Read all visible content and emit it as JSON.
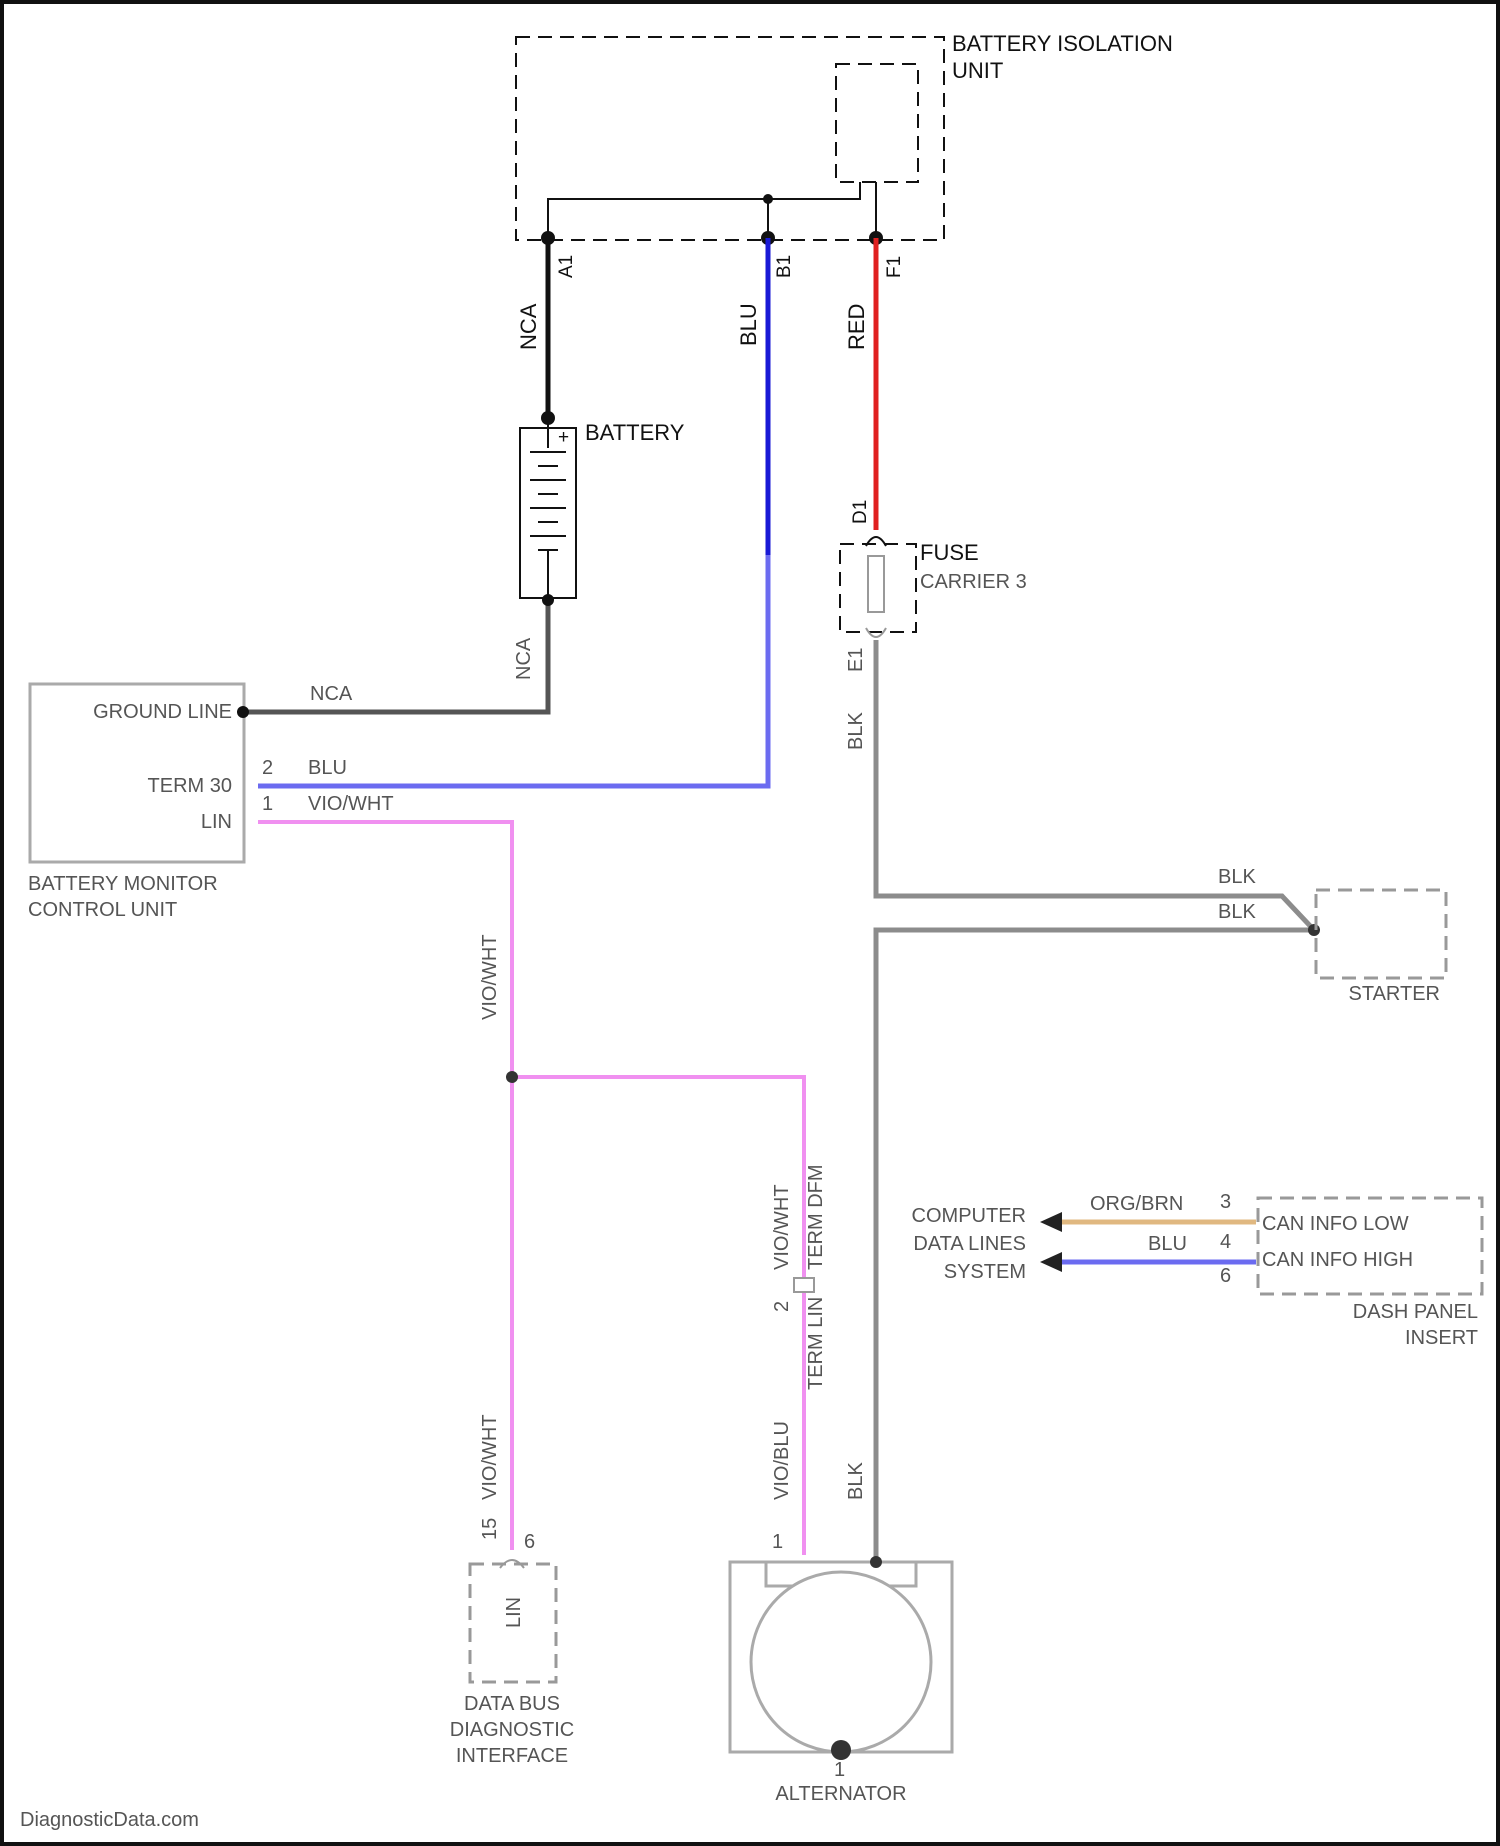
{
  "components": {
    "battery_isolation_unit": {
      "line1": "BATTERY ISOLATION",
      "line2": "UNIT"
    },
    "battery": "BATTERY",
    "fuse_carrier": {
      "line1": "FUSE",
      "line2": "CARRIER 3"
    },
    "battery_monitor": {
      "line1": "BATTERY MONITOR",
      "line2": "CONTROL UNIT",
      "pins": {
        "ground": "GROUND LINE",
        "term30": "TERM 30",
        "lin": "LIN"
      }
    },
    "starter": "STARTER",
    "dash_panel": {
      "line1": "DASH PANEL",
      "line2": "INSERT",
      "pins": {
        "can_low": "CAN INFO LOW",
        "can_high": "CAN INFO HIGH"
      }
    },
    "computer_data_lines": {
      "line1": "COMPUTER",
      "line2": "DATA LINES",
      "line3": "SYSTEM"
    },
    "data_bus": {
      "line1": "DATA BUS",
      "line2": "DIAGNOSTIC",
      "line3": "INTERFACE",
      "pin": "LIN"
    },
    "alternator": "ALTERNATOR"
  },
  "connectors": {
    "a1": "A1",
    "b1": "B1",
    "f1": "F1",
    "d1": "D1",
    "e1": "E1",
    "bm2": "2",
    "bm1": "1",
    "dp3": "3",
    "dp4": "4",
    "dp6": "6",
    "db15": "15",
    "db6": "6",
    "alt2": "2",
    "alt1": "1",
    "alt_pin": "1",
    "term_dfm": "TERM DFM",
    "term_lin": "TERM LIN"
  },
  "wires": {
    "nca": "NCA",
    "blu": "BLU",
    "red": "RED",
    "blk": "BLK",
    "vio_wht": "VIO/WHT",
    "org_brn": "ORG/BRN",
    "vio_blu": "VIO/BLU"
  },
  "battery_plus": "+",
  "watermark": "DiagnosticData.com",
  "colors": {
    "wire_black": "#111111",
    "wire_blue": "#1a1ad6",
    "wire_red": "#e02020",
    "wire_violet": "#f090f0",
    "wire_grey": "#8c8c8c",
    "wire_orange": "#e0b880",
    "wire_lightblue": "#6b6bf0"
  }
}
